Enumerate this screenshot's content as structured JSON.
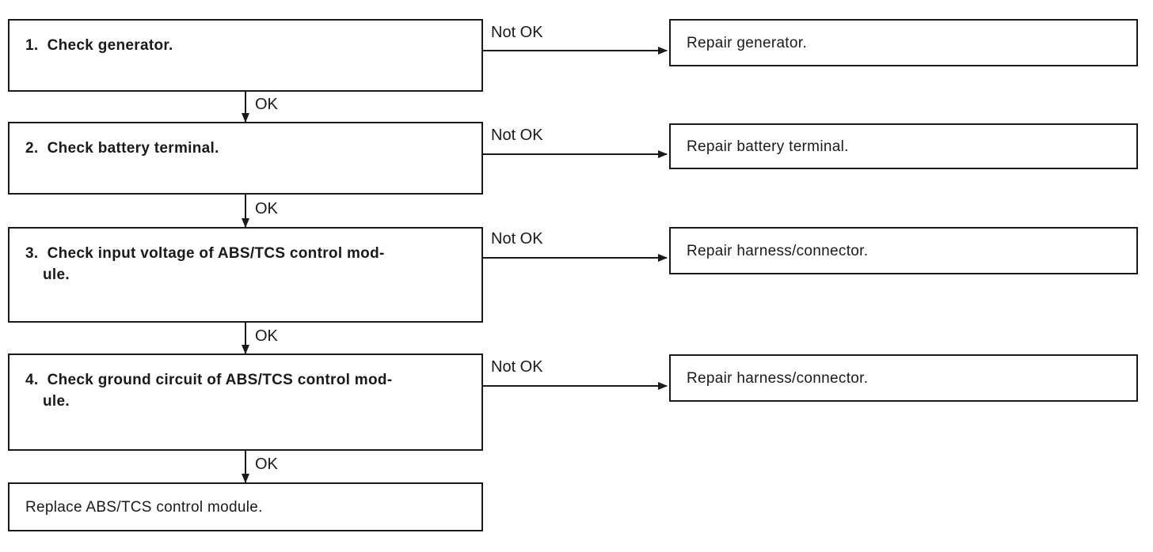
{
  "steps": [
    {
      "num": "1.",
      "lines": [
        "Check generator."
      ]
    },
    {
      "num": "2.",
      "lines": [
        "Check battery terminal."
      ]
    },
    {
      "num": "3.",
      "lines": [
        "Check input voltage of ABS/TCS control mod-",
        "ule."
      ]
    },
    {
      "num": "4.",
      "lines": [
        "Check ground circuit of ABS/TCS control mod-",
        "ule."
      ]
    }
  ],
  "final_step": "Replace ABS/TCS control module.",
  "repairs": [
    "Repair generator.",
    "Repair battery terminal.",
    "Repair harness/connector.",
    "Repair harness/connector."
  ],
  "labels": {
    "ok": "OK",
    "not_ok": "Not OK"
  },
  "colors": {
    "line": "#1a1a1a"
  }
}
